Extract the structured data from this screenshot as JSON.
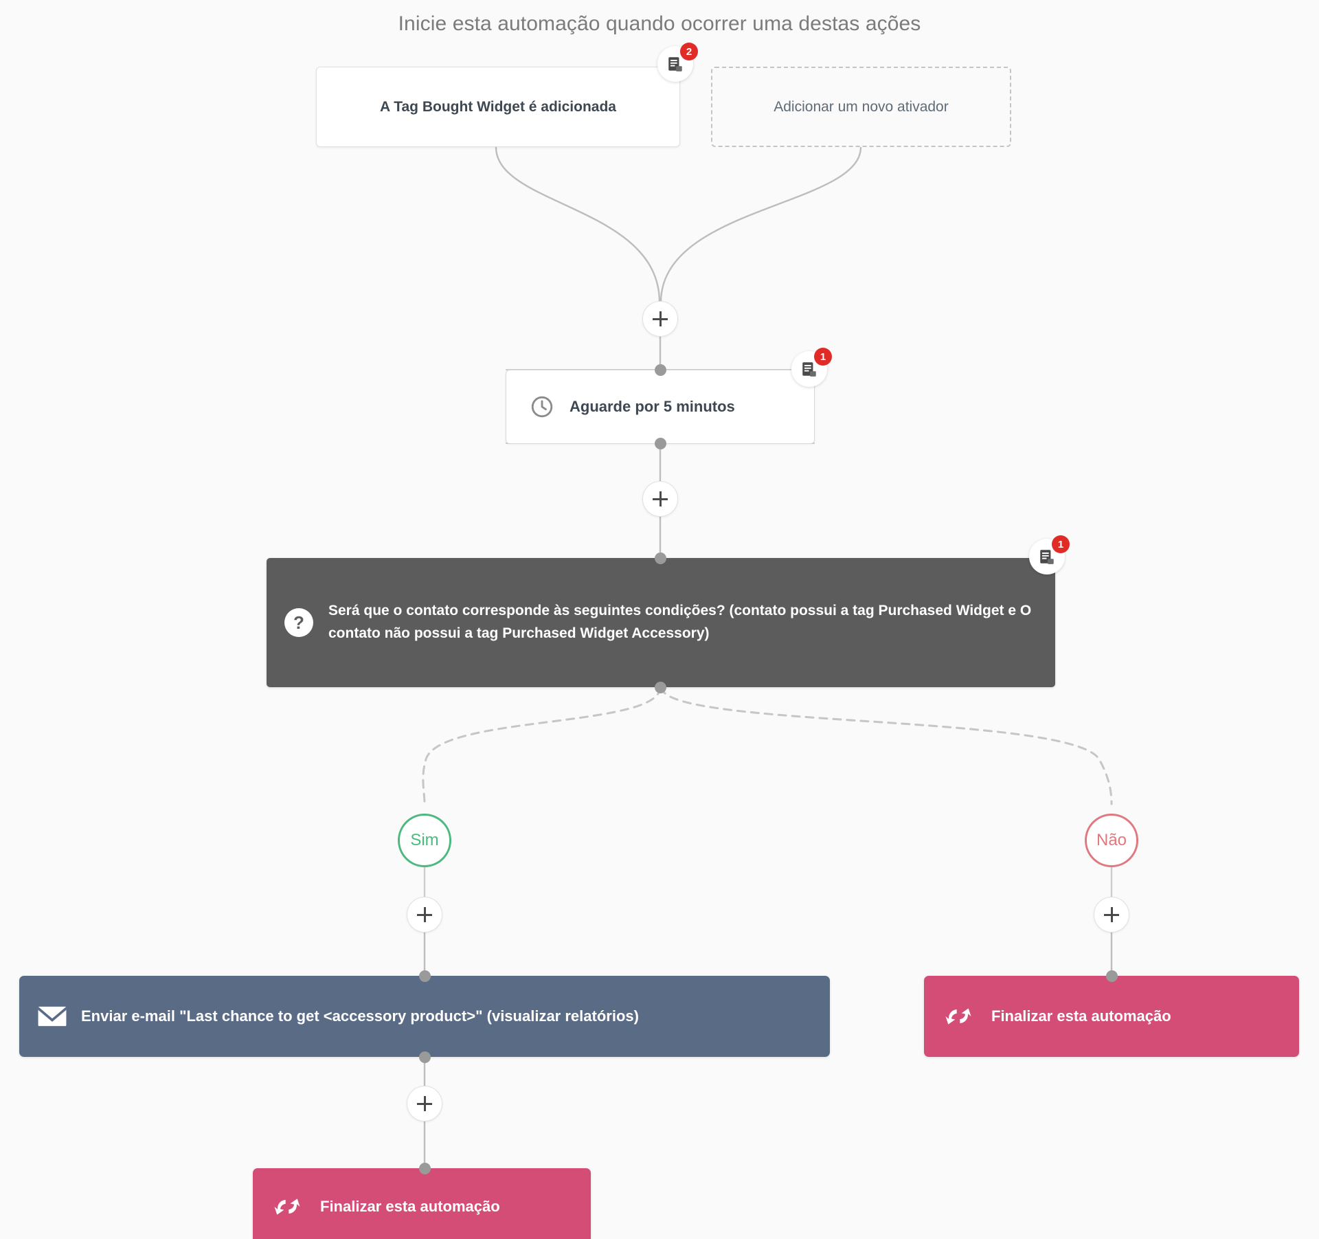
{
  "header": {
    "title": "Inicie esta automação quando ocorrer uma destas ações"
  },
  "triggers": [
    {
      "id": "trigger-tag-added",
      "label": "A Tag Bought Widget é adicionada",
      "style": "solid",
      "note_count": "2"
    },
    {
      "id": "add-new-trigger",
      "label": "Adicionar um novo ativador",
      "style": "dashed",
      "note_count": null
    }
  ],
  "steps": {
    "wait": {
      "label": "Aguarde por 5 minutos",
      "icon": "clock-icon",
      "note_count": "1"
    },
    "condition": {
      "label": "Será que o contato corresponde às seguintes condições? (contato possui a tag Purchased Widget e O contato não possui a tag Purchased Widget Accessory)",
      "icon": "question-mark-icon",
      "note_count": "1"
    },
    "branch_yes": {
      "label": "Sim"
    },
    "branch_no": {
      "label": "Não"
    },
    "email": {
      "label": "Enviar e-mail \"Last chance to get <accessory product>\" (visualizar relatórios)",
      "icon": "envelope-icon"
    },
    "end_yes": {
      "label": "Finalizar esta automação",
      "icon": "end-automation-icon"
    },
    "end_no": {
      "label": "Finalizar esta automação",
      "icon": "end-automation-icon"
    }
  },
  "add_buttons": {
    "after_triggers": "+",
    "after_wait": "+",
    "after_yes_branch": "+",
    "after_no_branch": "+",
    "after_email": "+"
  },
  "colors": {
    "background": "#fafafa",
    "condition_bg": "#5c5c5c",
    "email_bg": "#5a6b86",
    "end_bg": "#d44d77",
    "yes_accent": "#4cb97e",
    "no_accent": "#e0797f",
    "badge_red": "#e02b27",
    "connector": "#bdbdbd",
    "header_text": "#7b7b7b"
  }
}
